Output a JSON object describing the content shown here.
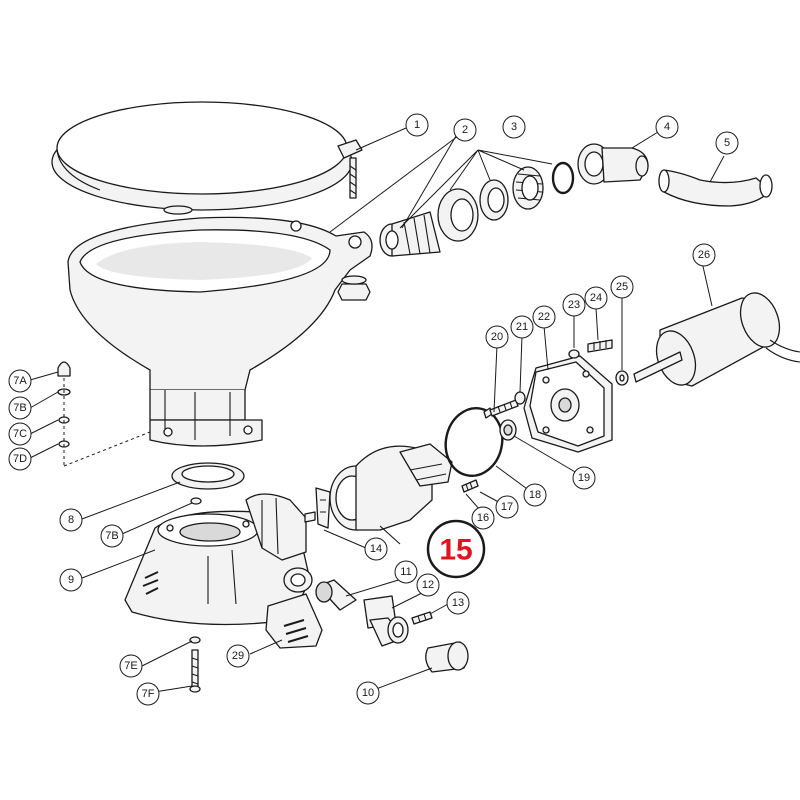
{
  "diagram": {
    "callouts": [
      {
        "id": "c1",
        "label": "1"
      },
      {
        "id": "c2",
        "label": "2"
      },
      {
        "id": "c3",
        "label": "3"
      },
      {
        "id": "c4",
        "label": "4"
      },
      {
        "id": "c5",
        "label": "5"
      },
      {
        "id": "c7a",
        "label": "7A"
      },
      {
        "id": "c7b",
        "label": "7B"
      },
      {
        "id": "c7c",
        "label": "7C"
      },
      {
        "id": "c7d",
        "label": "7D"
      },
      {
        "id": "c8",
        "label": "8"
      },
      {
        "id": "c7b2",
        "label": "7B"
      },
      {
        "id": "c9",
        "label": "9"
      },
      {
        "id": "c14",
        "label": "14"
      },
      {
        "id": "c16",
        "label": "16"
      },
      {
        "id": "c17",
        "label": "17"
      },
      {
        "id": "c18",
        "label": "18"
      },
      {
        "id": "c19",
        "label": "19"
      },
      {
        "id": "c20",
        "label": "20"
      },
      {
        "id": "c21",
        "label": "21"
      },
      {
        "id": "c22",
        "label": "22"
      },
      {
        "id": "c23",
        "label": "23"
      },
      {
        "id": "c24",
        "label": "24"
      },
      {
        "id": "c25",
        "label": "25"
      },
      {
        "id": "c26",
        "label": "26"
      },
      {
        "id": "c11",
        "label": "11"
      },
      {
        "id": "c12",
        "label": "12"
      },
      {
        "id": "c13",
        "label": "13"
      },
      {
        "id": "c10",
        "label": "10"
      },
      {
        "id": "c29",
        "label": "29"
      },
      {
        "id": "c7e",
        "label": "7E"
      },
      {
        "id": "c7f",
        "label": "7F"
      }
    ],
    "highlight": {
      "label": "15",
      "color": "#e0141e"
    }
  }
}
